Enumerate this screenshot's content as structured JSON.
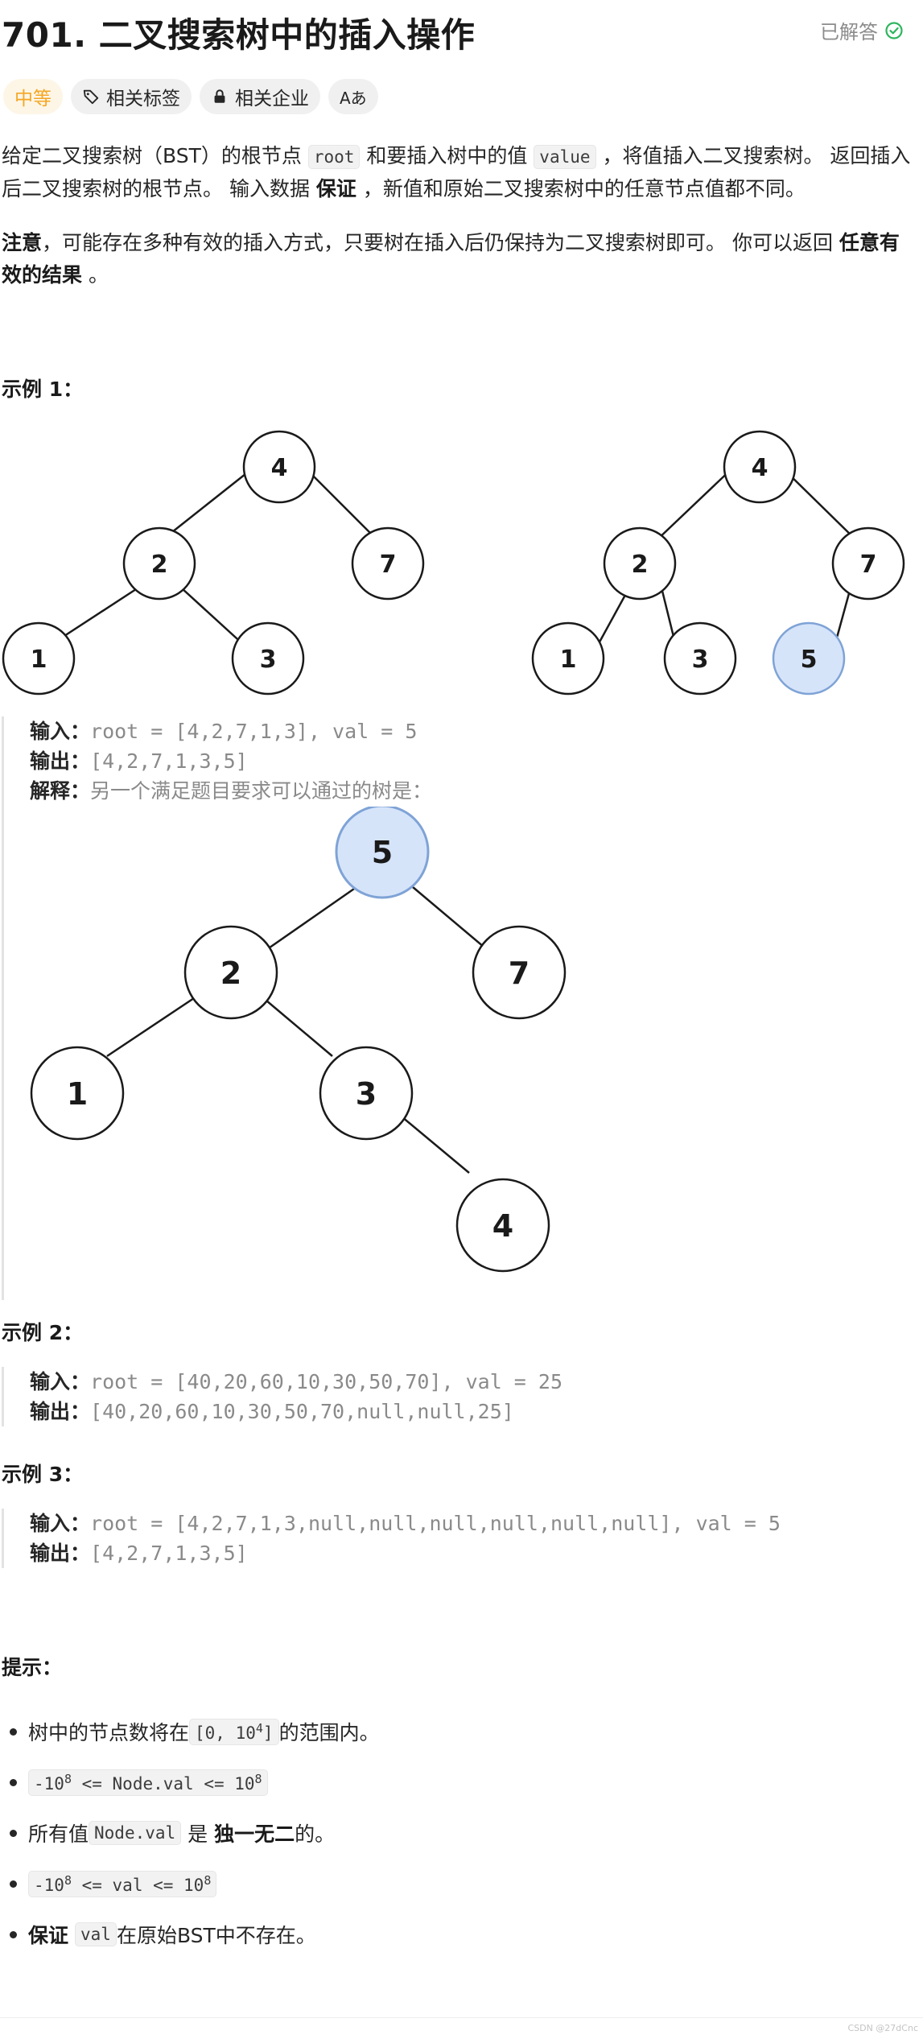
{
  "header": {
    "number": "701.",
    "title": "二叉搜索树中的插入操作",
    "solved_label": "已解答",
    "solved_color": "#2db55d"
  },
  "tags": {
    "difficulty": "中等",
    "related_tags": "相关标签",
    "related_companies": "相关企业",
    "translate": "Aあ"
  },
  "description": {
    "p1_a": "给定二叉搜索树（BST）的根节点 ",
    "p1_code1": "root",
    "p1_b": " 和要插入树中的值 ",
    "p1_code2": "value",
    "p1_c": " ，将值插入二叉搜索树。 返回插入后二叉搜索树的根节点。 输入数据 ",
    "p1_bold": "保证",
    "p1_d": " ，新值和原始二叉搜索树中的任意节点值都不同。",
    "p2_bold1": "注意",
    "p2_a": "，可能存在多种有效的插入方式，只要树在插入后仍保持为二叉搜索树即可。 你可以返回 ",
    "p2_bold2": "任意有效的结果",
    "p2_b": " 。"
  },
  "example1": {
    "heading": "示例 1：",
    "tree_left": [
      "4",
      "2",
      "7",
      "1",
      "3"
    ],
    "tree_right": [
      "4",
      "2",
      "7",
      "1",
      "3",
      "5"
    ],
    "input_label": "输入：",
    "input": "root = [4,2,7,1,3], val = 5",
    "output_label": "输出：",
    "output": "[4,2,7,1,3,5]",
    "explain_label": "解释：",
    "explain": "另一个满足题目要求可以通过的树是：",
    "tree_alt": [
      "5",
      "2",
      "7",
      "1",
      "3",
      "4"
    ]
  },
  "example2": {
    "heading": "示例 2：",
    "input_label": "输入：",
    "input": "root = [40,20,60,10,30,50,70], val = 25",
    "output_label": "输出：",
    "output": "[40,20,60,10,30,50,70,null,null,25]"
  },
  "example3": {
    "heading": "示例 3：",
    "input_label": "输入：",
    "input": "root = [4,2,7,1,3,null,null,null,null,null,null], val = 5",
    "output_label": "输出：",
    "output": "[4,2,7,1,3,5]"
  },
  "hints": {
    "heading": "提示：",
    "h1_a": "树中的节点数将在 ",
    "h1_code": "[0, 10",
    "h1_sup": "4",
    "h1_code_end": "]",
    "h1_b": " 的范围内。",
    "h2_a": "-10",
    "h2_sup1": "8",
    "h2_b": " <= Node.val <= 10",
    "h2_sup2": "8",
    "h3_a": "所有值 ",
    "h3_code": "Node.val",
    "h3_b": " 是 ",
    "h3_bold": "独一无二",
    "h3_c": " 的。",
    "h4_a": "-10",
    "h4_sup1": "8",
    "h4_b": " <= val <= 10",
    "h4_sup2": "8",
    "h5_bold": "保证",
    "h5_code": "val",
    "h5_a": " 在原始BST中不存在。"
  },
  "watermark": "CSDN @27dCnc",
  "colors": {
    "highlight_node_fill": "#d6e4fa",
    "highlight_node_stroke": "#7fa3d6"
  }
}
